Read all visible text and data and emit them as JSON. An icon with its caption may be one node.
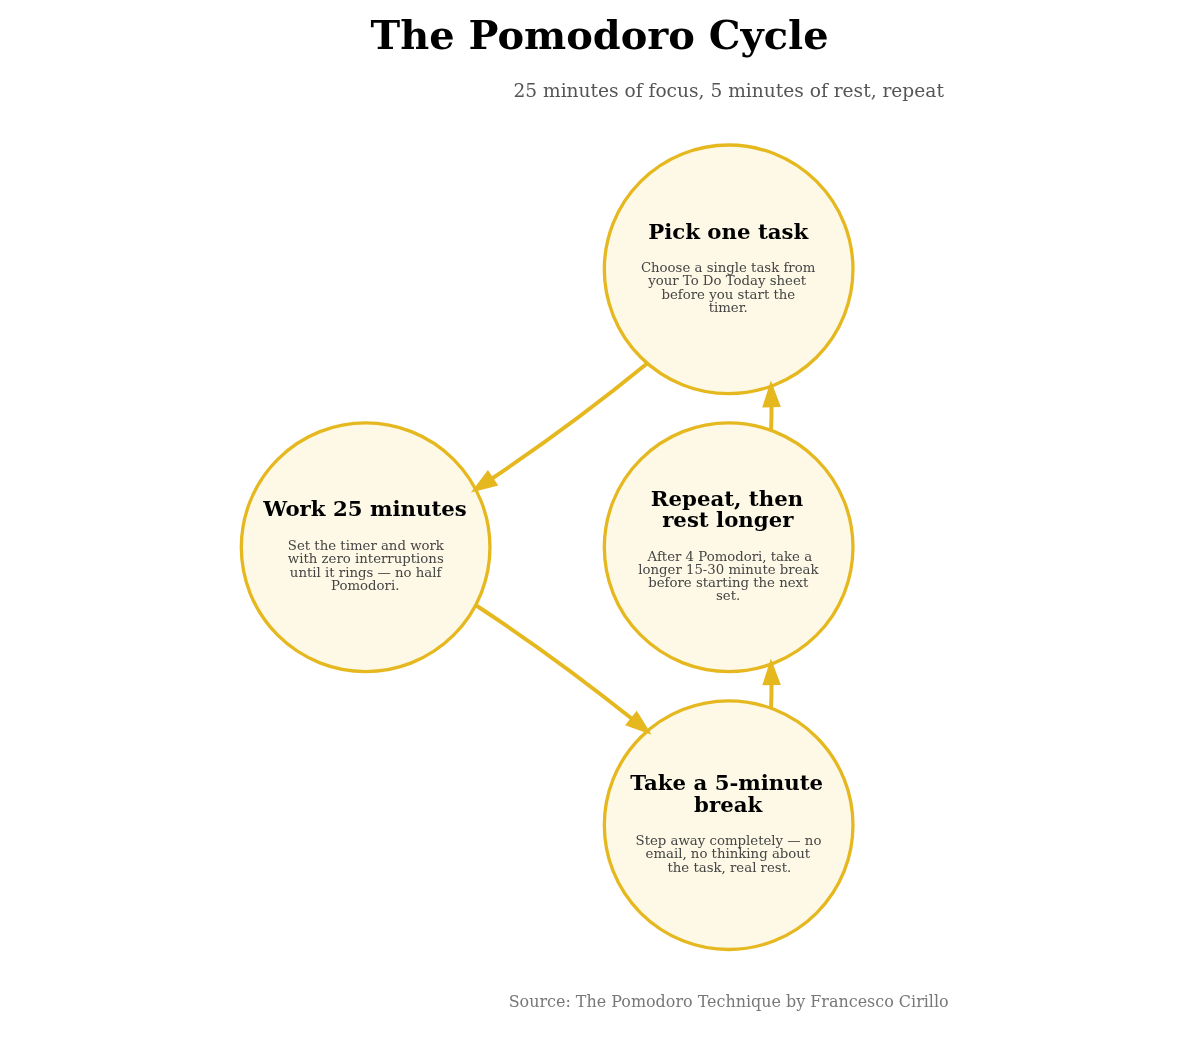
{
  "diagram": {
    "title": "The Pomodoro Cycle",
    "caption": "Source: The Pomodoro Technique by Francesco Cirillo",
    "nodes": [
      {
        "text": [
          "Pick one task",
          "Choose a single task from your To Do Today sheet before you start the timer."
        ]
      },
      {
        "text": [
          "Work 25 minutes",
          "Set the timer and work with zero interruptions until it rings — no half Pomodori."
        ]
      },
      {
        "text": [
          "Take a 5-minute break",
          "Step away completely — no email, no thinking about the task, real rest."
        ]
      },
      {
        "text": [
          "Repeat, then rest longer",
          "After 4 Pomodori, take a longer 15-30 minute break before starting the next set."
        ]
      }
    ],
    "edges": [
      {
        "from": 0,
        "to": 1,
        "arrow": "to"
      },
      {
        "from": 1,
        "to": 2,
        "arrow": "to"
      },
      {
        "from": 2,
        "to": 3,
        "arrow": "to"
      },
      {
        "from": 3,
        "to": 0,
        "arrow": "to"
      }
    ],
    "labels": [
      "25 minutes of focus, 5 minutes of rest, repeat"
    ]
  }
}
